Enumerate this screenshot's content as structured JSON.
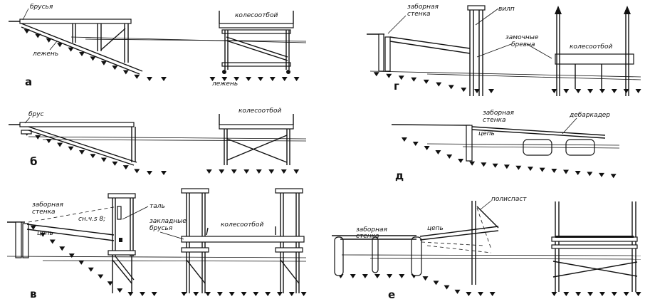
{
  "panels": {
    "a": {
      "letter": "а",
      "labels": {
        "beams": "брусья",
        "sleeper": "лежень",
        "fender": "колесоотбой",
        "sleeper2": "лежень"
      }
    },
    "b": {
      "letter": "б",
      "labels": {
        "beam": "брус",
        "fender": "колесоотбой"
      }
    },
    "v": {
      "letter": "в",
      "labels": {
        "wall_1": "заборная",
        "wall_2": "стенка",
        "chain": "цепь",
        "hoist": "таль",
        "embedded_1": "закладные",
        "embedded_2": "брусья",
        "fender": "колесоотбой",
        "slope": "сн.ч.s 8;"
      }
    },
    "g": {
      "letter": "г",
      "labels": {
        "wall_1": "заборная",
        "wall_2": "стенка",
        "winch": "вилп",
        "lock_1": "замочные",
        "lock_2": "бревна",
        "fender": "колесоотбой"
      }
    },
    "d": {
      "letter": "д",
      "labels": {
        "wall_1": "заборная",
        "wall_2": "стенка",
        "chain": "цепь",
        "landing": "дебаркадер"
      }
    },
    "e": {
      "letter": "е",
      "labels": {
        "wall_1": "заборная",
        "wall_2": "стенка",
        "chain": "цепь",
        "tackle": "полиспаст"
      }
    }
  }
}
